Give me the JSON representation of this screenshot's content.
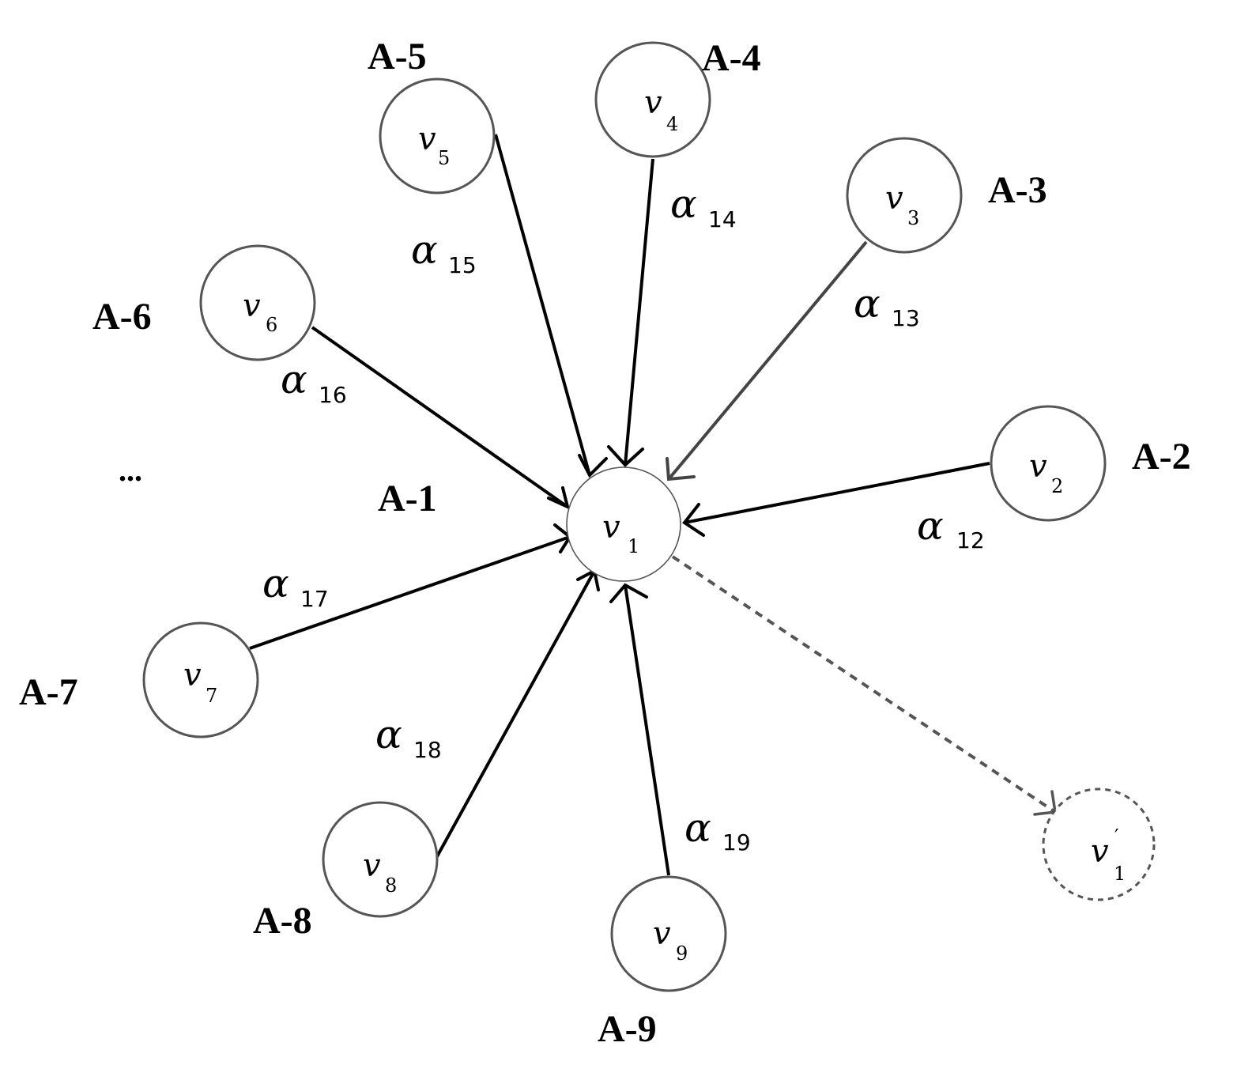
{
  "center_node": {
    "id": "v1",
    "var": "v",
    "sub": "1",
    "label": "A-1"
  },
  "ghost_node": {
    "id": "v1-prime",
    "var": "v",
    "sub": "1",
    "prime": "′"
  },
  "nodes": [
    {
      "id": "v2",
      "var": "v",
      "sub": "2",
      "label": "A-2",
      "edge_var": "α",
      "edge_sub": "12"
    },
    {
      "id": "v3",
      "var": "v",
      "sub": "3",
      "label": "A-3",
      "edge_var": "α",
      "edge_sub": "13"
    },
    {
      "id": "v4",
      "var": "v",
      "sub": "4",
      "label": "A-4",
      "edge_var": "α",
      "edge_sub": "14"
    },
    {
      "id": "v5",
      "var": "v",
      "sub": "5",
      "label": "A-5",
      "edge_var": "α",
      "edge_sub": "15"
    },
    {
      "id": "v6",
      "var": "v",
      "sub": "6",
      "label": "A-6",
      "edge_var": "α",
      "edge_sub": "16"
    },
    {
      "id": "v7",
      "var": "v",
      "sub": "7",
      "label": "A-7",
      "edge_var": "α",
      "edge_sub": "17"
    },
    {
      "id": "v8",
      "var": "v",
      "sub": "8",
      "label": "A-8",
      "edge_var": "α",
      "edge_sub": "18"
    },
    {
      "id": "v9",
      "var": "v",
      "sub": "9",
      "label": "A-9",
      "edge_var": "α",
      "edge_sub": "19"
    }
  ],
  "ellipsis": "...",
  "colors": {
    "line": "#000000",
    "node_stroke": "#555555",
    "dashed": "#555555"
  }
}
